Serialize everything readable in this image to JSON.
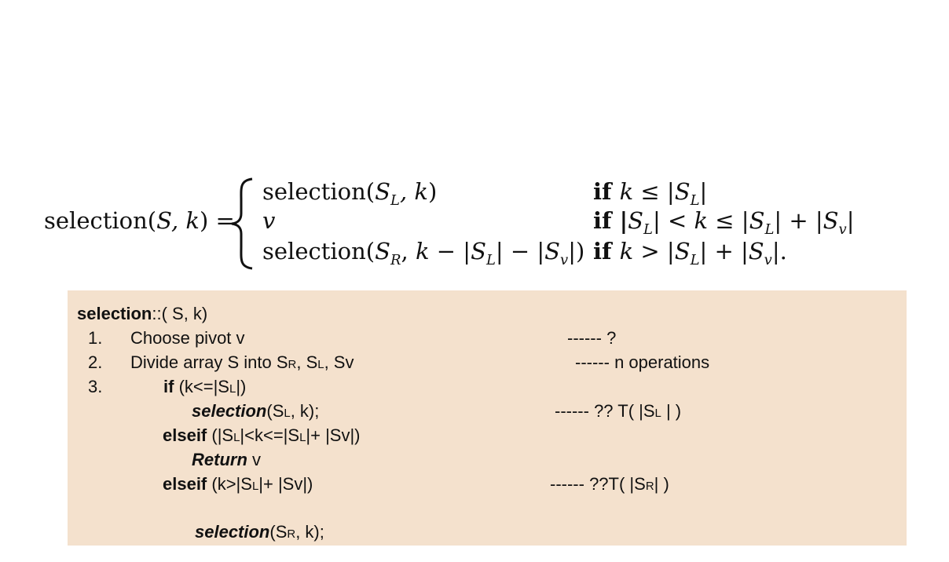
{
  "formula": {
    "lhs_fn": "selection",
    "lhs_args": "S, k",
    "eq": "=",
    "cases": [
      {
        "expr_fn": "selection",
        "expr_args": [
          "S",
          "L",
          ", k"
        ],
        "cond": [
          "if ",
          "k",
          " ≤ |",
          "S",
          "L",
          "|"
        ]
      },
      {
        "expr_var": "v",
        "cond": [
          "if |",
          "S",
          "L",
          "| < ",
          "k",
          " ≤ |",
          "S",
          "L",
          "| + |",
          "S",
          "v",
          "|"
        ]
      },
      {
        "expr_fn": "selection",
        "expr_args": [
          "S",
          "R",
          ", ",
          "k",
          " − |",
          "S",
          "L",
          "| − |",
          "S",
          "v",
          "|"
        ],
        "cond": [
          "if ",
          "k",
          " > |",
          "S",
          "L",
          "| + |",
          "S",
          "v",
          "|."
        ]
      }
    ]
  },
  "code": {
    "header_kw": "selection",
    "header_rest": "::( S, k)",
    "step1_num": "1.",
    "step1_text": "Choose pivot v",
    "step1_cost": "------  ?",
    "step2_num": "2.",
    "step2_pre": "Divide array S into S",
    "step2_r": "R",
    "step2_mid1": ", S",
    "step2_l": "L",
    "step2_post": ", Sv",
    "step2_cost": "------ n operations",
    "step3_num": "3.",
    "if_kw": "if",
    "if_pre": " (k<=|S",
    "if_l": "L",
    "if_post": "|)",
    "call1_kw": "selection",
    "call1_pre": "(S",
    "call1_l": "L",
    "call1_post": ", k);",
    "call1_cost_pre": "------ ?? T(   |S",
    "call1_cost_l": "L",
    "call1_cost_post": " | )",
    "elseif1_kw": "elseif",
    "elseif1_a": " (|S",
    "elseif1_l1": "L",
    "elseif1_b": "|<k<=|S",
    "elseif1_l2": "L",
    "elseif1_c": "|+ |Sv|)",
    "return_kw": "Return",
    "return_val": " v",
    "elseif2_kw": "elseif",
    "elseif2_a": " (k>|S",
    "elseif2_l": "L",
    "elseif2_b": "|+ |Sv|)",
    "elseif2_cost_pre": "------   ??T(  |S",
    "elseif2_cost_r": "R",
    "elseif2_cost_post": "|    )",
    "call2_kw": "selection",
    "call2_pre": "(S",
    "call2_r": "R",
    "call2_post": ", k);"
  }
}
